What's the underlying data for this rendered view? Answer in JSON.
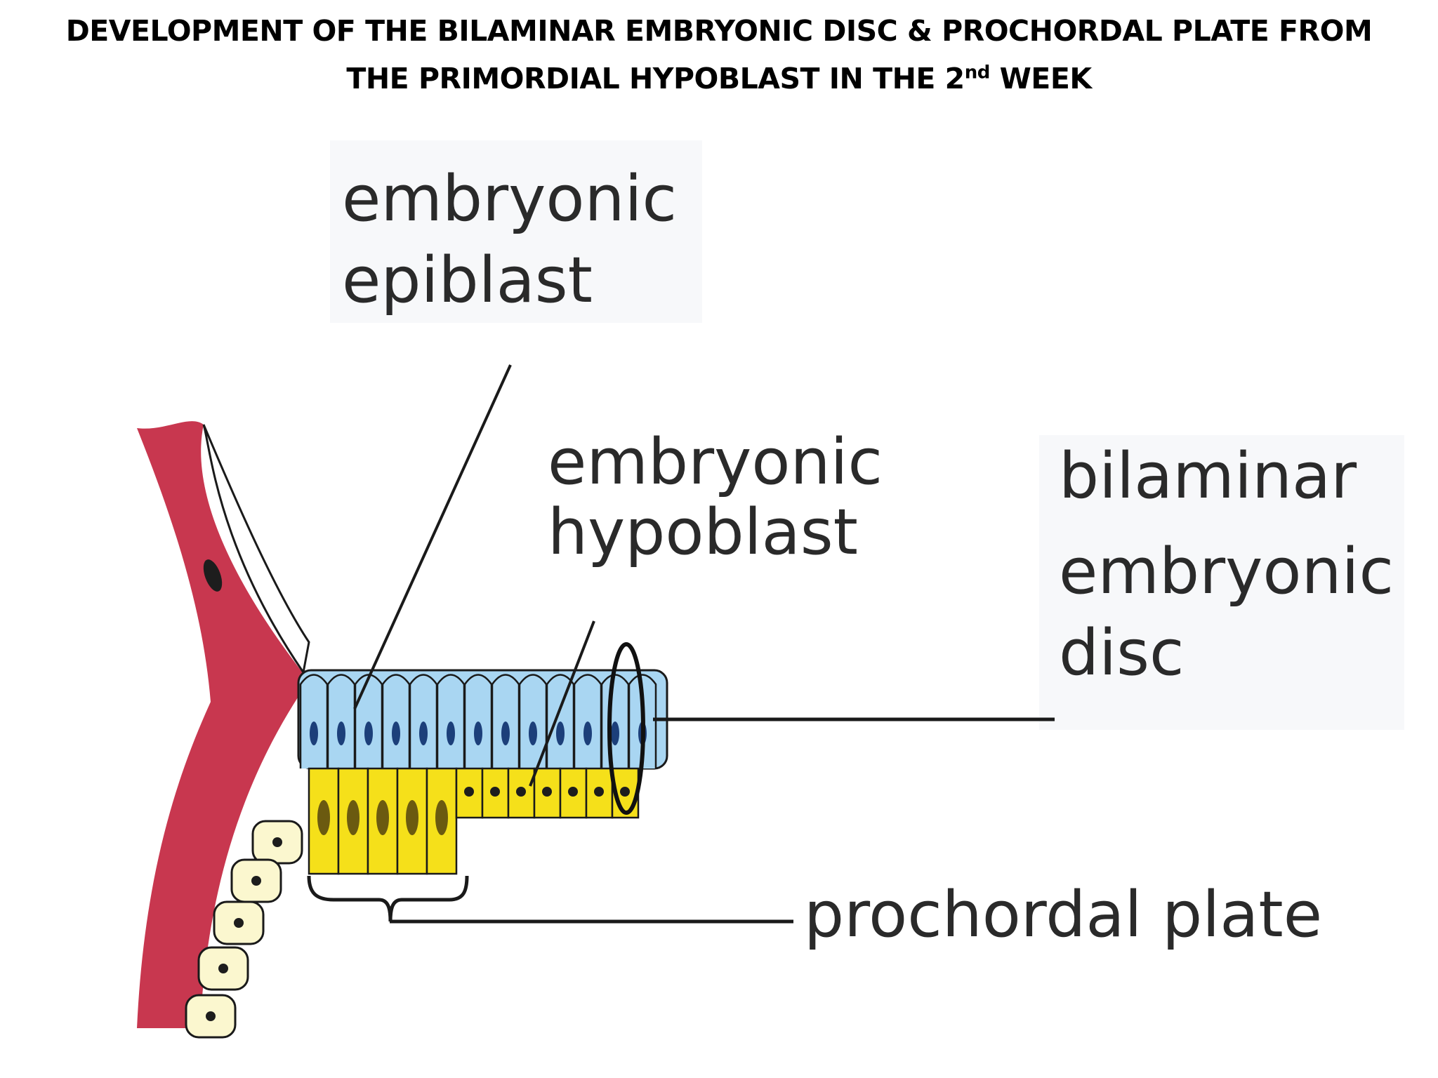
{
  "title": {
    "line1": "DEVELOPMENT OF THE BILAMINAR EMBRYONIC DISC &  PROCHORDAL PLATE FROM",
    "line2_pre": "THE PRIMORDIAL HYPOBLAST  IN THE 2",
    "line2_sup": "nd",
    "line2_post": " WEEK"
  },
  "labels": {
    "epiblast_1": "embryonic",
    "epiblast_2": "epiblast",
    "hypoblast_1": "embryonic",
    "hypoblast_2": "hypoblast",
    "disc_1": "bilaminar",
    "disc_2": "embryonic",
    "disc_3": "disc",
    "plate": "prochordal plate"
  },
  "colors": {
    "trophoblast": "#c8374f",
    "epiblast": "#a9d6f2",
    "hypoblast": "#f5e01a",
    "cytoplasm": "#fbf7cf",
    "nucleus": "#1d1d1d",
    "line": "#1a1a1a",
    "text": "#2a2a2a"
  }
}
